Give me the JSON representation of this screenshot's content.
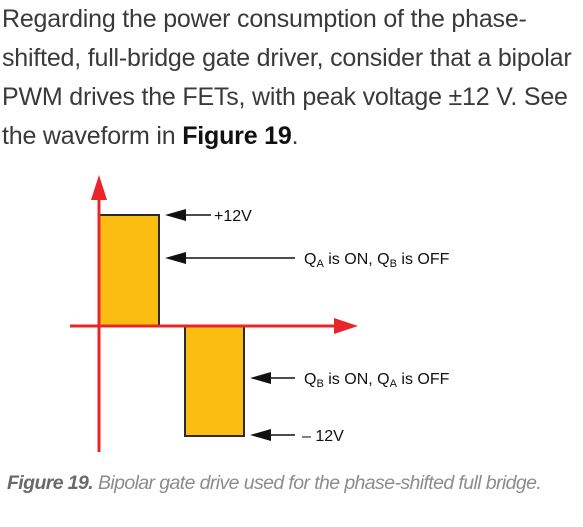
{
  "paragraph": {
    "text_before": "Regarding the power consumption of the phase-shifted, full-bridge gate driver, consider that a bipolar PWM drives the FETs, with peak voltage ±12 V. See the waveform in ",
    "figure_ref": "Figure 19",
    "text_after": "."
  },
  "diagram": {
    "labels": {
      "pos_voltage": "+12V",
      "qa_on": {
        "q1": "Q",
        "s1": "A",
        "mid": " is ON, ",
        "q2": "Q",
        "s2": "B",
        "end": " is OFF"
      },
      "qb_on": {
        "q1": "Q",
        "s1": "B",
        "mid": " is ON, ",
        "q2": "Q",
        "s2": "A",
        "end": " is OFF"
      },
      "neg_voltage": "– 12V"
    },
    "colors": {
      "axis": "#e8262a",
      "pulse_fill": "#fcbd12",
      "pulse_stroke": "#2a2a2a",
      "arrow": "#111111"
    }
  },
  "caption": {
    "label": "Figure 19.",
    "text": " Bipolar gate drive used for the phase-shifted full bridge."
  }
}
